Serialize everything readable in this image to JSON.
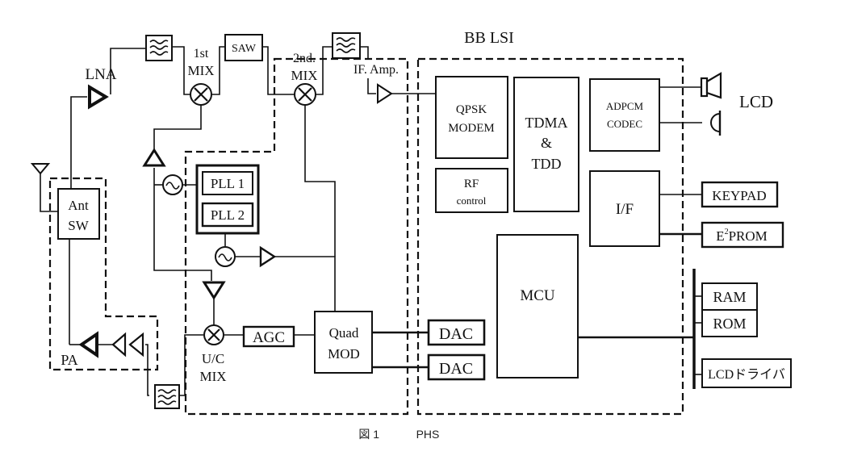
{
  "diagram": {
    "title": "BB LSI",
    "caption": {
      "prefix": "図 1",
      "text": "PHS"
    },
    "rf_section": {
      "lna": "LNA",
      "first_mix": [
        "1st",
        "MIX"
      ],
      "saw": "SAW",
      "second_mix": [
        "2nd.",
        "MIX"
      ],
      "if_amp": "IF. Amp.",
      "ant_sw": [
        "Ant",
        "SW"
      ],
      "pa": "PA",
      "pll1": "PLL 1",
      "pll2": "PLL 2",
      "uc_mix": [
        "U/C",
        "MIX"
      ],
      "agc": "AGC",
      "quad_mod": [
        "Quad",
        "MOD"
      ],
      "dac1": "DAC",
      "dac2": "DAC"
    },
    "bb_section": {
      "qpsk": [
        "QPSK",
        "MODEM"
      ],
      "rf_control": [
        "RF",
        "control"
      ],
      "tdma": [
        "TDMA",
        "&",
        "TDD"
      ],
      "adpcm": [
        "ADPCM",
        "CODEC"
      ],
      "if": "I/F",
      "mcu": "MCU"
    },
    "peripherals": {
      "lcd": "LCD",
      "keypad": "KEYPAD",
      "eeprom_e": "E",
      "eeprom_sup": "2",
      "eeprom_rest": "PROM",
      "ram": "RAM",
      "rom": "ROM",
      "lcd_driver": "LCDドライバ"
    },
    "icons": {
      "filter": "bandpass-filter-icon",
      "mixer": "mixer-icon",
      "oscillator": "oscillator-icon",
      "amplifier": "amplifier-icon",
      "antenna": "antenna-icon",
      "speaker": "speaker-icon",
      "microphone": "microphone-icon"
    }
  }
}
